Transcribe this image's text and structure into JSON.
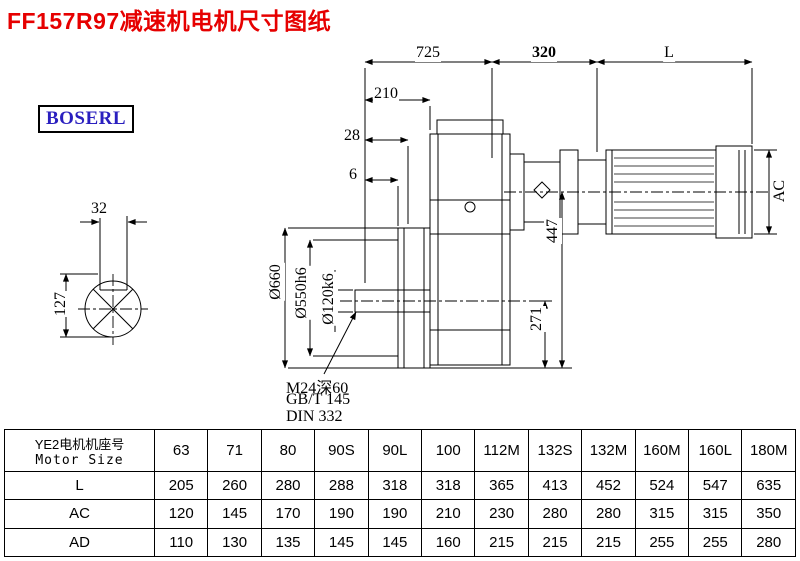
{
  "page": {
    "title": "FF157R97减速机电机尺寸图纸",
    "logo": "BOSERL"
  },
  "colors": {
    "title_red": "#e60000",
    "logo_blue": "#2a1fbf",
    "drawing_line": "#000000"
  },
  "drawing": {
    "dims": {
      "overall_length": "725",
      "adapter_length": "320",
      "motor_length": "L",
      "shaft_extension": "210",
      "step_28": "28",
      "step_6": "6",
      "height_447": "447",
      "height_271": "271",
      "motor_diameter": "AC",
      "flange_diameter": "Ø660",
      "spigot_diameter": "Ø550h6",
      "shaft_diameter": "Ø120k6",
      "key_width": "32",
      "key_height": "127"
    },
    "notes": {
      "tapped_hole": "M24深60",
      "standard_1": "GB/T 145",
      "standard_2": "DIN 332"
    }
  },
  "table": {
    "header": {
      "line1": "YE2电机机座号",
      "line2": "Motor Size"
    },
    "sizes": [
      "63",
      "71",
      "80",
      "90S",
      "90L",
      "100",
      "112M",
      "132S",
      "132M",
      "160M",
      "160L",
      "180M"
    ],
    "rows": [
      {
        "label": "L",
        "values": [
          "205",
          "260",
          "280",
          "288",
          "318",
          "318",
          "365",
          "413",
          "452",
          "524",
          "547",
          "635"
        ]
      },
      {
        "label": "AC",
        "values": [
          "120",
          "145",
          "170",
          "190",
          "190",
          "210",
          "230",
          "280",
          "280",
          "315",
          "315",
          "350"
        ]
      },
      {
        "label": "AD",
        "values": [
          "110",
          "130",
          "135",
          "145",
          "145",
          "160",
          "215",
          "215",
          "215",
          "255",
          "255",
          "280"
        ]
      }
    ]
  }
}
